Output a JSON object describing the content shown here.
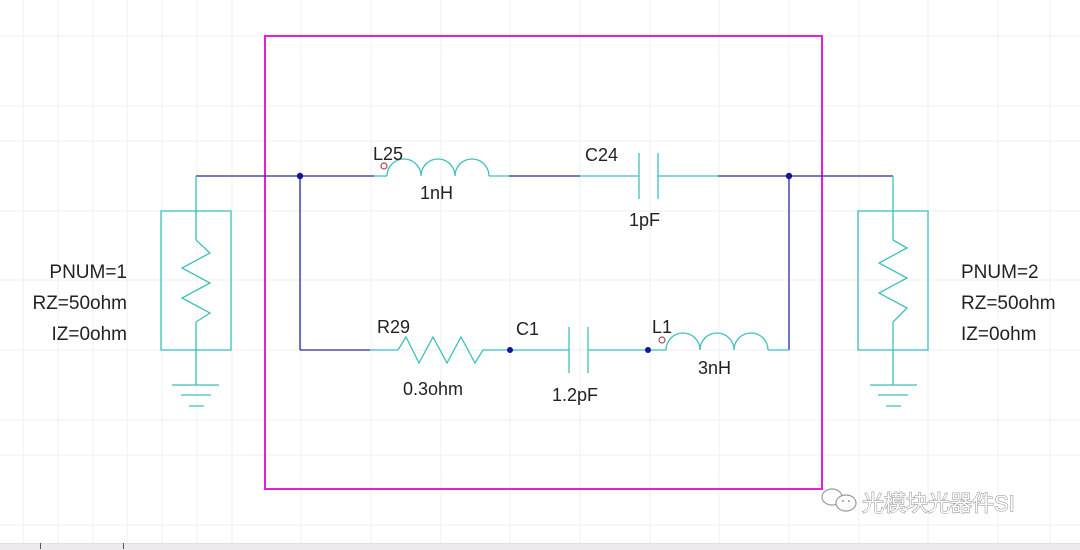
{
  "schematic": {
    "colors": {
      "wire": "#2b2b9a",
      "component": "#3fbfbf",
      "boundary": "#e020e0",
      "junction": "#1414a0",
      "pin_marker": "#a05050",
      "grid": "#efefef",
      "text": "#222222"
    },
    "port1": {
      "lines": [
        "PNUM=1",
        "RZ=50ohm",
        "IZ=0ohm"
      ]
    },
    "port2": {
      "lines": [
        "PNUM=2",
        "RZ=50ohm",
        "IZ=0ohm"
      ]
    },
    "components": {
      "L25": {
        "ref": "L25",
        "value": "1nH"
      },
      "C24": {
        "ref": "C24",
        "value": "1pF"
      },
      "R29": {
        "ref": "R29",
        "value": "0.3ohm"
      },
      "C1": {
        "ref": "C1",
        "value": "1.2pF"
      },
      "L1": {
        "ref": "L1",
        "value": "3nH"
      }
    }
  },
  "watermark": {
    "text": "光模块光器件SI",
    "icon": "wechat-icon"
  }
}
